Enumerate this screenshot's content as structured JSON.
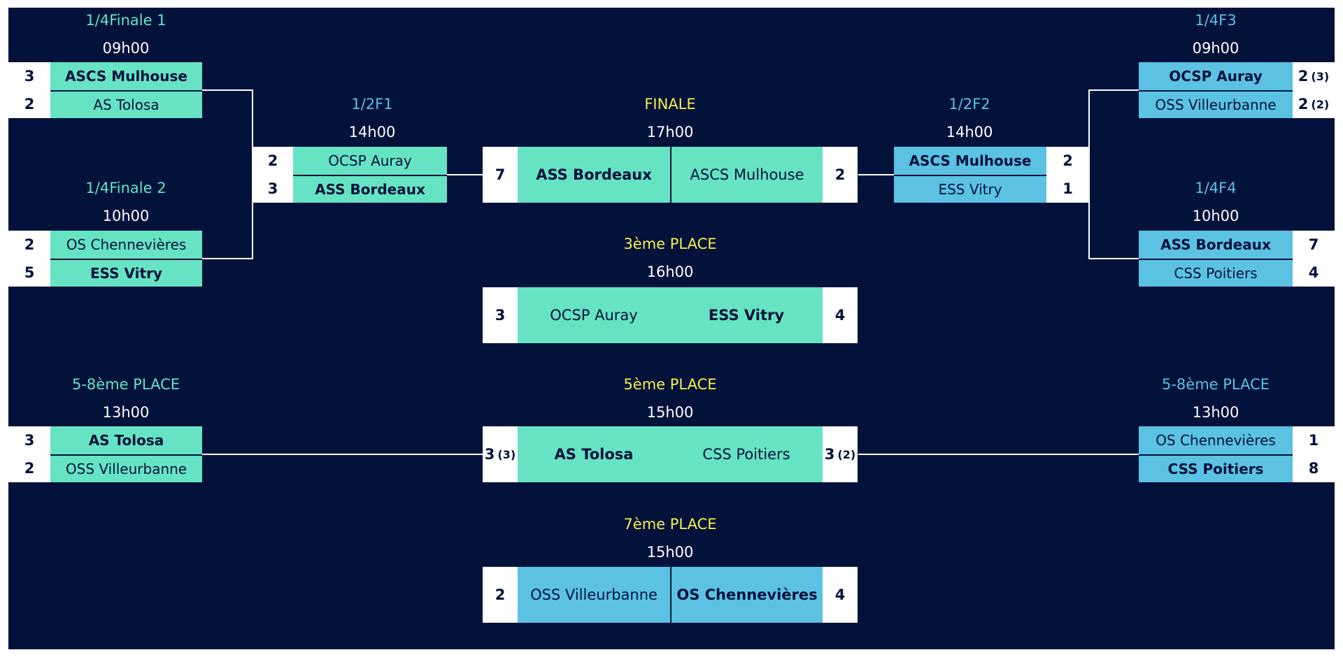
{
  "colors": {
    "background": "#03123b",
    "green": "#66e3c3",
    "blue": "#5bc2e3",
    "yellow": "#f3f04a",
    "score_box": "#ffffff"
  },
  "qf1": {
    "label": "1/4Finale 1",
    "time": "09h00",
    "team1": {
      "score": "3",
      "name": "ASCS Mulhouse"
    },
    "team2": {
      "score": "2",
      "name": "AS Tolosa"
    }
  },
  "qf2": {
    "label": "1/4Finale 2",
    "time": "10h00",
    "team1": {
      "score": "2",
      "name": "OS Chennevières"
    },
    "team2": {
      "score": "5",
      "name": "ESS Vitry"
    }
  },
  "qf3": {
    "label": "1/4F3",
    "time": "09h00",
    "team1": {
      "name": "OCSP Auray",
      "score": "2",
      "pen": "(3)"
    },
    "team2": {
      "name": "OSS Villeurbanne",
      "score": "2",
      "pen": "(2)"
    }
  },
  "qf4": {
    "label": "1/4F4",
    "time": "10h00",
    "team1": {
      "name": "ASS Bordeaux",
      "score": "7"
    },
    "team2": {
      "name": "CSS Poitiers",
      "score": "4"
    }
  },
  "sf1": {
    "label": "1/2F1",
    "time": "14h00",
    "team1": {
      "score": "2",
      "name": "OCSP Auray"
    },
    "team2": {
      "score": "3",
      "name": "ASS Bordeaux"
    }
  },
  "sf2": {
    "label": "1/2F2",
    "time": "14h00",
    "team1": {
      "name": "ASCS Mulhouse",
      "score": "2"
    },
    "team2": {
      "name": "ESS Vitry",
      "score": "1"
    }
  },
  "final": {
    "label": "FINALE",
    "time": "17h00",
    "left": {
      "score": "7",
      "name": "ASS Bordeaux"
    },
    "right": {
      "name": "ASCS Mulhouse",
      "score": "2"
    }
  },
  "third": {
    "label": "3ème PLACE",
    "time": "16h00",
    "left": {
      "score": "3",
      "name": "OCSP Auray"
    },
    "right": {
      "name": "ESS Vitry",
      "score": "4"
    }
  },
  "cl_left": {
    "label": "5-8ème PLACE",
    "time": "13h00",
    "team1": {
      "score": "3",
      "name": "AS Tolosa"
    },
    "team2": {
      "score": "2",
      "name": "OSS Villeurbanne"
    }
  },
  "cl_right": {
    "label": "5-8ème PLACE",
    "time": "13h00",
    "team1": {
      "name": "OS Chennevières",
      "score": "1"
    },
    "team2": {
      "name": "CSS Poitiers",
      "score": "8"
    }
  },
  "fifth": {
    "label": "5ème PLACE",
    "time": "15h00",
    "left": {
      "score": "3",
      "pen": "(3)",
      "name": "AS Tolosa"
    },
    "right": {
      "name": "CSS Poitiers",
      "score": "3",
      "pen": "(2)"
    }
  },
  "seventh": {
    "label": "7ème PLACE",
    "time": "15h00",
    "left": {
      "score": "2",
      "name": "OSS Villeurbanne"
    },
    "right": {
      "name": "OS Chennevières",
      "score": "4"
    }
  }
}
